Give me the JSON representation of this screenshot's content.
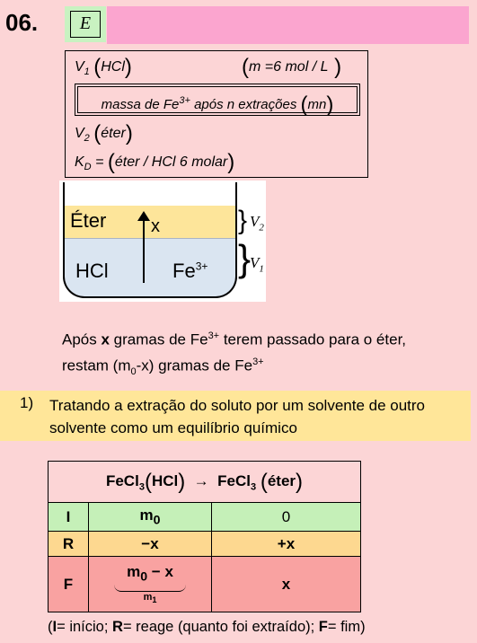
{
  "question": {
    "number": "06.",
    "answer": "E"
  },
  "given": {
    "v1_label": "V",
    "v1_sub": "1",
    "v1_paren": "HCl",
    "molarity": "m =6 mol / L",
    "mass_text_pre": "massa de Fe",
    "mass_sup": "3+",
    "mass_text_post": " após n extrações ",
    "mass_paren": "mn",
    "v2_label": "V",
    "v2_sub": "2",
    "v2_paren": "éter",
    "kd_label": "K",
    "kd_sub": "D",
    "kd_eq": " = ",
    "kd_paren": "éter / HCl 6 molar"
  },
  "beaker": {
    "ether_label": "Éter",
    "arrow_x": "x",
    "hcl_label": "HCl",
    "fe_label": "Fe",
    "fe_sup": "3+",
    "v2": "V",
    "v2_sub": "2",
    "v1": "V",
    "v1_sub": "1"
  },
  "after_text": {
    "line1_pre": "Após ",
    "line1_bold": "x",
    "line1_mid": " gramas de Fe",
    "line1_sup": "3+",
    "line1_post": " terem passado para o éter,",
    "line2_pre": "restam (m",
    "line2_sub": "0",
    "line2_mid": "-x) gramas de Fe",
    "line2_sup": "3+"
  },
  "highlight": {
    "number": "1)",
    "text": "Tratando a extração do soluto por um solvente de outro solvente como um equilíbrio químico"
  },
  "equilibrium_table": {
    "header": {
      "left": "FeCl",
      "left_sub": "3",
      "left_paren": "HCl",
      "arrow": "→",
      "right": "FeCl",
      "right_sub": "3",
      "right_paren": "éter"
    },
    "rows": [
      {
        "label": "I",
        "left": "m",
        "left_sub": "0",
        "right": "0"
      },
      {
        "label": "R",
        "left": "−x",
        "right": "+x"
      },
      {
        "label": "F",
        "left": "m",
        "left_sub": "0",
        "left_post": " − x",
        "left_under": "m",
        "left_under_sub": "1",
        "right": "x"
      }
    ]
  },
  "legend": {
    "i_key": "I",
    "i_text": "= início; ",
    "r_key": "R",
    "r_text": "= reage (quanto foi extraído); ",
    "f_key": "F",
    "f_text": "= fim)"
  },
  "colors": {
    "background": "#fcd5d6",
    "answer_box": "#c9f2c1",
    "title_bar": "#fba5cf",
    "highlight": "#ffe699",
    "row_I": "#c5f0b8",
    "row_R": "#fdd890",
    "row_F": "#f9a2a1"
  }
}
